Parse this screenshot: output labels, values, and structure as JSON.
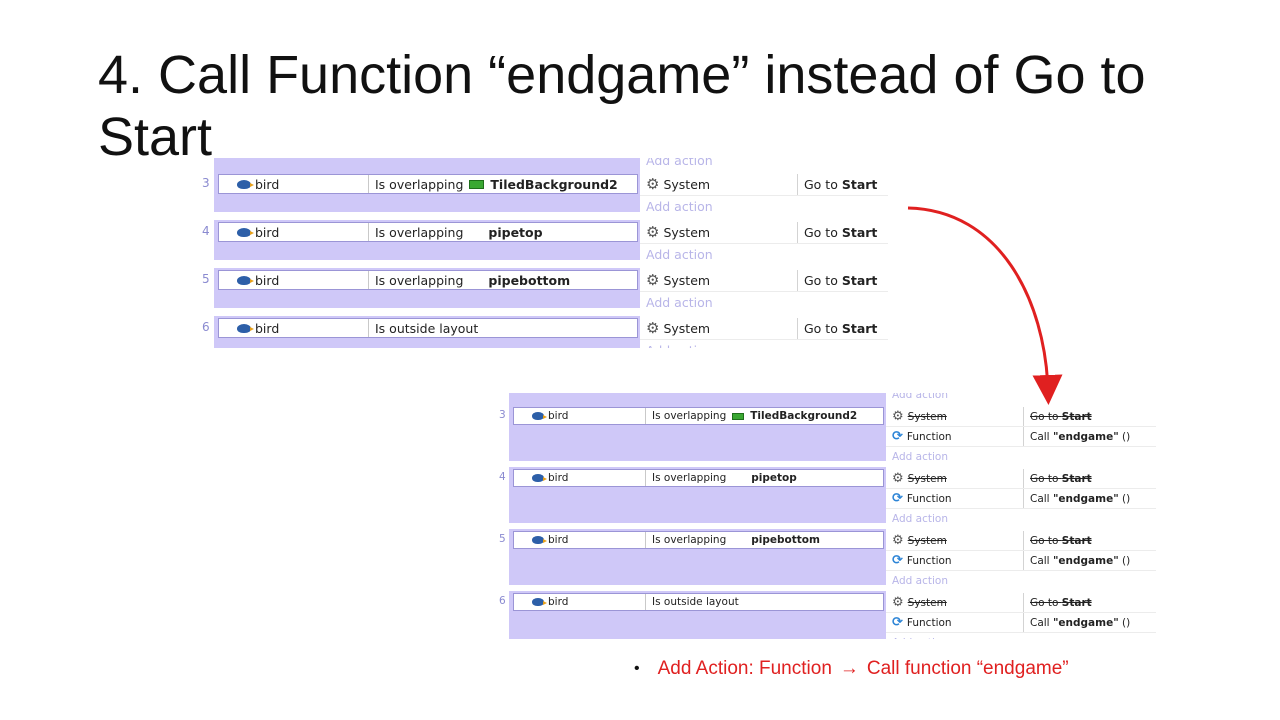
{
  "slide": {
    "title": "4. Call Function “endgame” instead of Go to Start"
  },
  "top_sheet": {
    "add_action_label": "Add action",
    "events": [
      {
        "number": "3",
        "object": "bird",
        "condition": "Is overlapping",
        "param": "TiledBackground2",
        "param_icon": "tiled-background-icon",
        "action_object": "System",
        "action_prefix": "Go to ",
        "action_target": "Start"
      },
      {
        "number": "4",
        "object": "bird",
        "condition": "Is overlapping",
        "param": "pipetop",
        "param_icon": "",
        "action_object": "System",
        "action_prefix": "Go to ",
        "action_target": "Start"
      },
      {
        "number": "5",
        "object": "bird",
        "condition": "Is overlapping",
        "param": "pipebottom",
        "param_icon": "",
        "action_object": "System",
        "action_prefix": "Go to ",
        "action_target": "Start"
      },
      {
        "number": "6",
        "object": "bird",
        "condition": "Is outside layout",
        "param": "",
        "param_icon": "",
        "action_object": "System",
        "action_prefix": "Go to ",
        "action_target": "Start"
      }
    ]
  },
  "bottom_sheet": {
    "add_action_label": "Add action",
    "events": [
      {
        "number": "3",
        "object": "bird",
        "condition": "Is overlapping",
        "param": "TiledBackground2",
        "param_icon": "tiled-background-icon",
        "actions": [
          {
            "object": "System",
            "prefix": "Go to ",
            "target": "Start",
            "disabled": true
          },
          {
            "object": "Function",
            "prefix": "Call ",
            "target": "\"endgame\"",
            "suffix": " ()",
            "disabled": false
          }
        ]
      },
      {
        "number": "4",
        "object": "bird",
        "condition": "Is overlapping",
        "param": "pipetop",
        "param_icon": "",
        "actions": [
          {
            "object": "System",
            "prefix": "Go to ",
            "target": "Start",
            "disabled": true
          },
          {
            "object": "Function",
            "prefix": "Call ",
            "target": "\"endgame\"",
            "suffix": " ()",
            "disabled": false
          }
        ]
      },
      {
        "number": "5",
        "object": "bird",
        "condition": "Is overlapping",
        "param": "pipebottom",
        "param_icon": "",
        "actions": [
          {
            "object": "System",
            "prefix": "Go to ",
            "target": "Start",
            "disabled": true
          },
          {
            "object": "Function",
            "prefix": "Call ",
            "target": "\"endgame\"",
            "suffix": " ()",
            "disabled": false
          }
        ]
      },
      {
        "number": "6",
        "object": "bird",
        "condition": "Is outside layout",
        "param": "",
        "param_icon": "",
        "actions": [
          {
            "object": "System",
            "prefix": "Go to ",
            "target": "Start",
            "disabled": true
          },
          {
            "object": "Function",
            "prefix": "Call ",
            "target": "\"endgame\"",
            "suffix": " ()",
            "disabled": false
          }
        ]
      }
    ]
  },
  "bullet": {
    "prefix": "Add Action: Function ",
    "arrow": "→",
    "suffix": " Call function “endgame”"
  },
  "colors": {
    "event_block": "#cfc8f8",
    "event_border": "#9b95d6",
    "add_action_text": "#b8b5e8",
    "arrow": "#e02020",
    "bullet_text": "#e02020",
    "event_number": "#8a8ad0"
  }
}
